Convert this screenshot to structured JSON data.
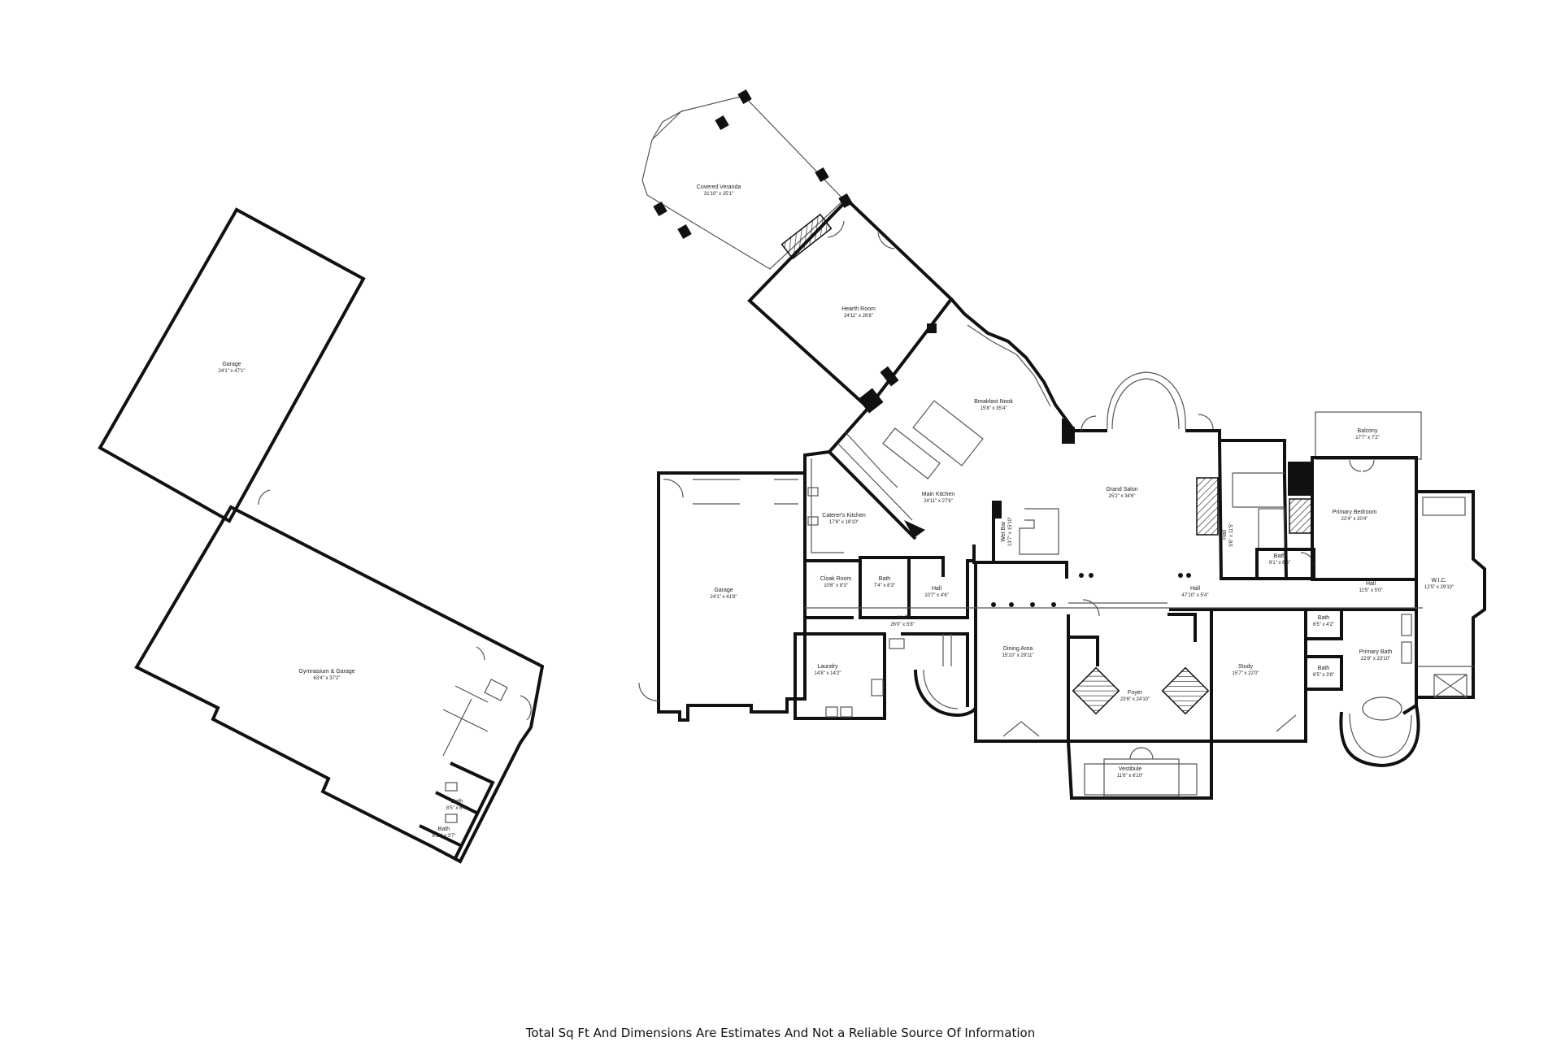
{
  "disclaimer": "Total Sq Ft And Dimensions Are Estimates And Not a Reliable Source Of Information",
  "colors": {
    "wall": "#111111",
    "background": "#ffffff"
  },
  "rooms": [
    {
      "id": "garage-left",
      "name": "Garage",
      "dims": "24'1\" x 47'1\""
    },
    {
      "id": "gym-garage",
      "name": "Gymnasium & Garage",
      "dims": "63'4\" x 37'2\""
    },
    {
      "id": "gym-bath-1",
      "name": "Bath",
      "dims": "8'5\" x 6'4\""
    },
    {
      "id": "gym-bath-2",
      "name": "Bath",
      "dims": "8'11\" x 3'7\""
    },
    {
      "id": "covered-veranda",
      "name": "Covered Veranda",
      "dims": "31'10\" x 25'1\""
    },
    {
      "id": "hearth-room",
      "name": "Hearth Room",
      "dims": "24'11\" x 26'8\""
    },
    {
      "id": "breakfast-nook",
      "name": "Breakfast Nook",
      "dims": "15'8\" x 35'4\""
    },
    {
      "id": "main-kitchen",
      "name": "Main Kitchen",
      "dims": "24'11\" x 27'6\""
    },
    {
      "id": "caterers-kitchen",
      "name": "Caterer's Kitchen",
      "dims": "17'6\" x 18'10\""
    },
    {
      "id": "wet-bar",
      "name": "Wet Bar",
      "dims": "13'7\" x 15'10\""
    },
    {
      "id": "grand-salon",
      "name": "Grand Salon",
      "dims": "25'2\" x 34'6\""
    },
    {
      "id": "garage-main",
      "name": "Garage",
      "dims": "24'1\" x 41'8\""
    },
    {
      "id": "cloak-room",
      "name": "Cloak Room",
      "dims": "10'6\" x 8'3\""
    },
    {
      "id": "bath-main",
      "name": "Bath",
      "dims": "7'4\" x 8'3\""
    },
    {
      "id": "hall-a",
      "name": "Hall",
      "dims": "10'7\" x 4'6\""
    },
    {
      "id": "hall-b",
      "name": "Hall",
      "dims": "26'0\" x 5'8\""
    },
    {
      "id": "laundry",
      "name": "Laundry",
      "dims": "14'8\" x 14'2\""
    },
    {
      "id": "dining-area",
      "name": "Dining Area",
      "dims": "15'10\" x 29'11\""
    },
    {
      "id": "foyer",
      "name": "Foyer",
      "dims": "23'6\" x 24'10\""
    },
    {
      "id": "vestibule",
      "name": "Vestibule",
      "dims": "11'6\" x 6'10\""
    },
    {
      "id": "hall-c",
      "name": "Hall",
      "dims": "47'10\" x 5'4\""
    },
    {
      "id": "hall-d",
      "name": "Hall",
      "dims": "5'6\" x 11'5\""
    },
    {
      "id": "bath-d",
      "name": "Bath",
      "dims": "9'1\" x 6'6\""
    },
    {
      "id": "study",
      "name": "Study",
      "dims": "15'7\" x 22'0\""
    },
    {
      "id": "balcony",
      "name": "Balcony",
      "dims": "17'7\" x 7'2\""
    },
    {
      "id": "primary-bedroom",
      "name": "Primary Bedroom",
      "dims": "22'4\" x 20'4\""
    },
    {
      "id": "wic",
      "name": "W.I.C.",
      "dims": "12'5\" x 29'10\""
    },
    {
      "id": "hall-e",
      "name": "Hall",
      "dims": "11'5\" x 5'0\""
    },
    {
      "id": "bath-e1",
      "name": "Bath",
      "dims": "6'5\" x 4'2\""
    },
    {
      "id": "bath-e2",
      "name": "Bath",
      "dims": "6'5\" x 3'8\""
    },
    {
      "id": "primary-bath",
      "name": "Primary Bath",
      "dims": "22'8\" x 23'10\""
    }
  ]
}
